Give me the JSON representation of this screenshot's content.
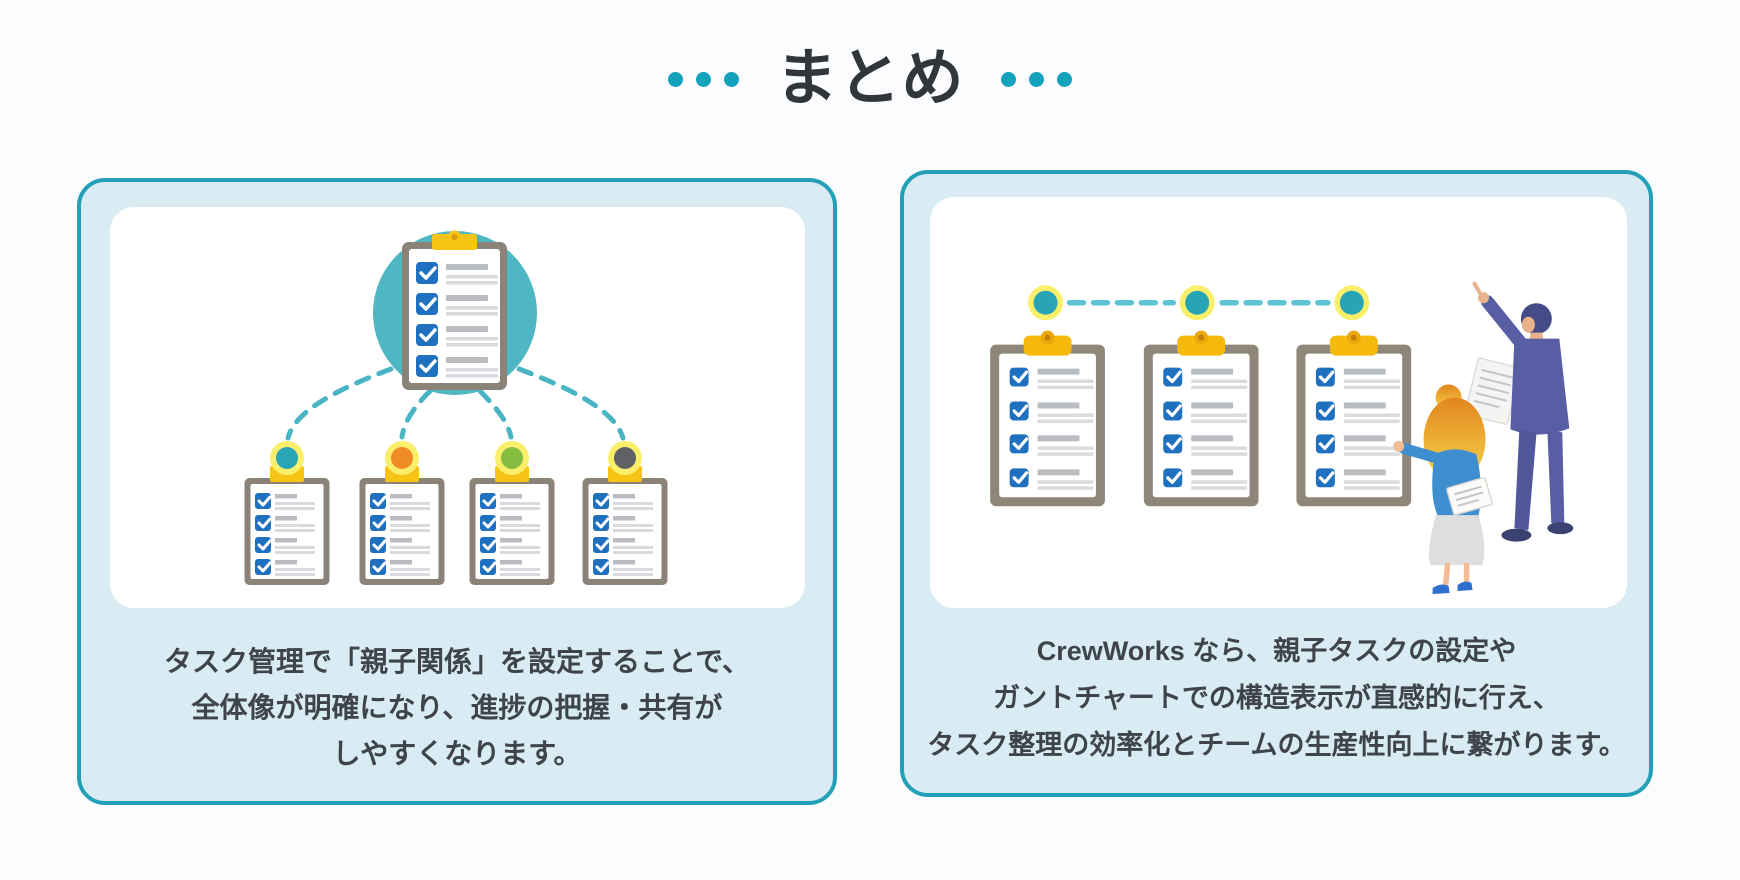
{
  "header": {
    "title": "まとめ",
    "dots_per_side": 3,
    "dot_color": "#14a2bd"
  },
  "cards": {
    "left": {
      "caption_lines": [
        "タスク管理で「親子関係」を設定することで、",
        "全体像が明確になり、進捗の把握・共有が",
        "しやすくなります。"
      ],
      "illustration": {
        "name": "parent-child-task-tree",
        "parent_node_color": "#4fb7c4",
        "child_node_colors": [
          "#2aa5b8",
          "#f08c26",
          "#85bd41",
          "#5f6165"
        ],
        "clipboards": 5,
        "checklist_rows_per_clipboard": 4
      }
    },
    "right": {
      "caption_lines": [
        "CrewWorks なら、親子タスクの設定や",
        "ガントチャートでの構造表示が直感的に行え、",
        "タスク整理の効率化とチームの生産性向上に繋がります。"
      ],
      "illustration": {
        "name": "linked-task-clipboards-with-people",
        "node_colors": [
          "#28a4b7",
          "#28a4b7",
          "#28a4b7"
        ],
        "clipboards": 3,
        "checklist_rows_per_clipboard": 4
      }
    }
  },
  "colors": {
    "page_bg": "#fafcfd",
    "card_bg": "#d9ebf3",
    "card_border": "#239fb7",
    "panel_bg": "#ffffff",
    "title_text": "#32363c",
    "caption_text": "#3f444c",
    "checkbox_blue": "#1f71bf",
    "clip_yellow": "#f7c415",
    "ring_yellow": "#f9ef6b",
    "dashed_line_teal": "#4db6c4",
    "clipboard_frame": "#8b8378"
  }
}
